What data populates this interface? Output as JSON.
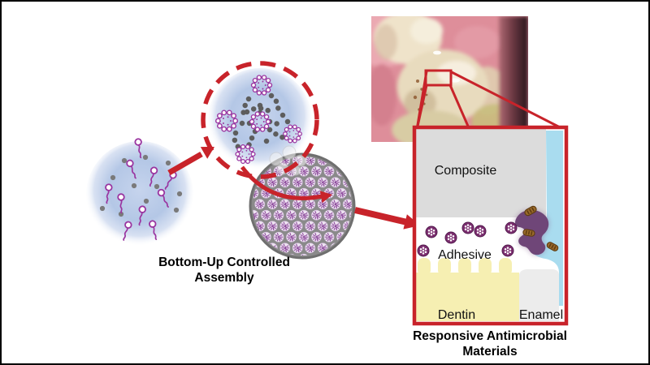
{
  "process": {
    "caption": {
      "line1": "Bottom-Up Controlled",
      "line2": "Assembly"
    },
    "stages": [
      {
        "name": "dispersed-precursor-solution"
      },
      {
        "name": "assembled-nanocluster-highlight"
      },
      {
        "name": "packed-particle-microsphere"
      }
    ]
  },
  "schematic": {
    "layer_labels": {
      "composite": "Composite",
      "adhesive": "Adhesive",
      "dentin": "Dentin",
      "enamel": "Enamel"
    },
    "caption": {
      "line1": "Responsive Antimicrobial",
      "line2": "Materials"
    }
  },
  "icons": [
    "monomer-icon",
    "initiator-dot-icon",
    "micelle-rosette-icon",
    "bead-chain-icon",
    "nanoparticle-icon",
    "bacterium-icon",
    "arrow-icon",
    "dashed-ring-icon",
    "magnifier-callout-icon",
    "tooth-photo"
  ],
  "colors": {
    "accent_red": "#C8232A",
    "solution_blue": "#B7C8E7",
    "sphere_gray": "#8A8A8A",
    "composite_gray": "#DCDCDC",
    "dentin_yellow": "#F6EFB2",
    "enamel_gray": "#ECECEC",
    "oral_cavity_blue": "#A9DCEF",
    "particle_purple": "#7B2E6F",
    "released_agent_purple": "#6F4678",
    "bacteria_brown": "#9A6A2B",
    "frame_black": "#000000"
  }
}
